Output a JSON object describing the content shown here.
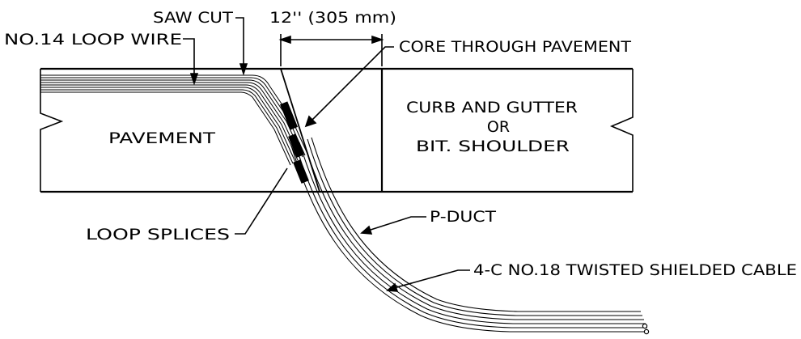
{
  "diagram": {
    "labels": {
      "saw_cut": "SAW CUT",
      "loop_wire": "NO.14 LOOP WIRE",
      "dimension": "12'' (305 mm)",
      "core": "CORE THROUGH PAVEMENT",
      "curb_line1": "CURB AND GUTTER",
      "curb_line2": "OR",
      "curb_line3": "BIT. SHOULDER",
      "pavement": "PAVEMENT",
      "loop_splices": "LOOP SPLICES",
      "p_duct": "P-DUCT",
      "cable": "4-C NO.18 TWISTED SHIELDED CABLE"
    },
    "colors": {
      "line": "#000000",
      "background": "#ffffff"
    }
  }
}
